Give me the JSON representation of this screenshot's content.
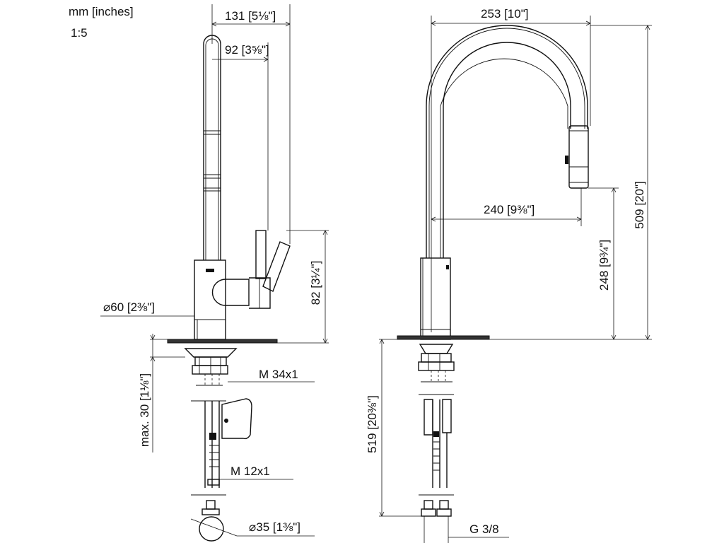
{
  "header": {
    "units": "mm [inches]",
    "scale": "1:5"
  },
  "dimensions": {
    "side_outer": "131 [5⅛\"]",
    "side_inner": "92 [3⅝\"]",
    "side_lever": "82 [3¼\"]",
    "base_dia": "⌀60 [2⅜\"]",
    "thread": "M 34x1",
    "thickness": "max. 30 [1⅛\"]",
    "hose_thread": "M 12x1",
    "weight_dia": "⌀35 [1⅜\"]",
    "front_width": "253 [10\"]",
    "front_reach": "240 [9⅜\"]",
    "front_spout_height": "248 [9¾\"]",
    "front_total_height": "509 [20\"]",
    "front_hose_length": "519 [20⅜\"]",
    "connection": "G 3/8"
  }
}
